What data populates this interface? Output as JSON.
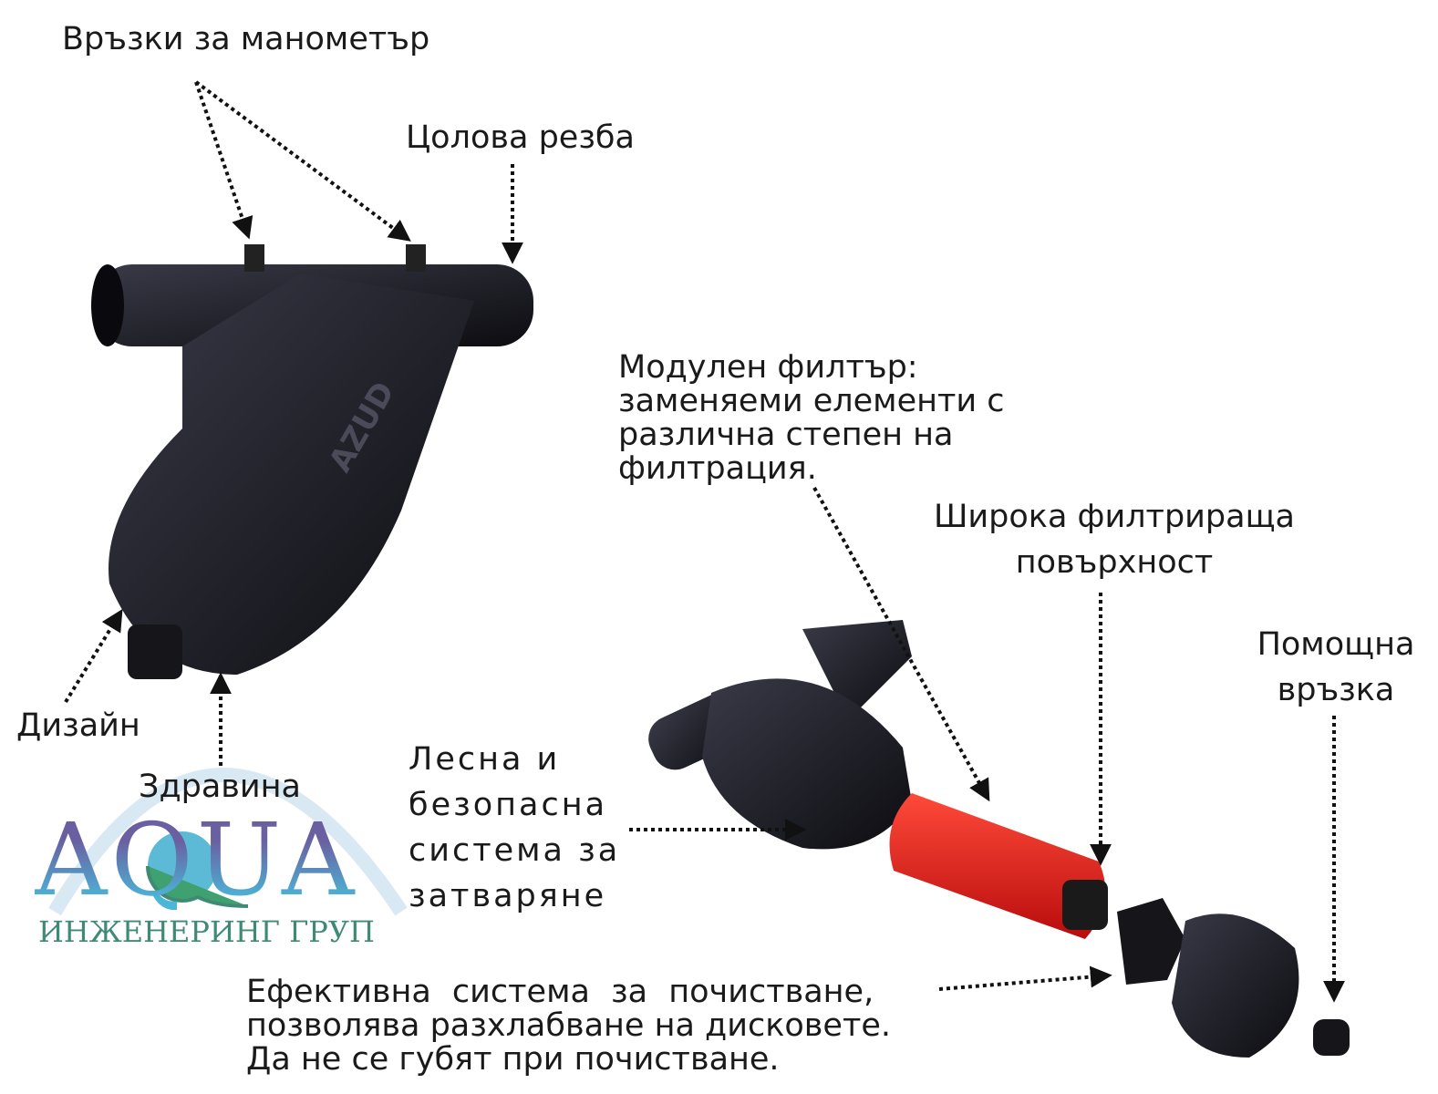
{
  "labels": {
    "gauge_connections": "Връзки за манометър",
    "inch_thread": "Цолова резба",
    "modular_filter": [
      "Модулен филтър:",
      "заменяеми елементи с",
      "различна степен на",
      "филтрация."
    ],
    "wide_surface": [
      "Широка филтрираща",
      "повърхност"
    ],
    "aux_connection": [
      "Помощна",
      "връзка"
    ],
    "design": "Дизайн",
    "strength": "Здравина",
    "closing_system": [
      "Лесна и",
      "безопасна",
      "система за",
      "затваряне"
    ],
    "cleaning_system": [
      "Ефективна система за почистване,",
      "позволява разхлабване на дисковете.",
      "Да не се губят при почистване."
    ]
  },
  "product_brand": "AZUD",
  "logo": {
    "name": "AQUA",
    "subtitle": "ИНЖЕНЕРИНГ ГРУП"
  },
  "colors": {
    "filter_body": "#1c1c22",
    "filter_element": "#e01a1a",
    "logo_green": "#3f8a74"
  }
}
